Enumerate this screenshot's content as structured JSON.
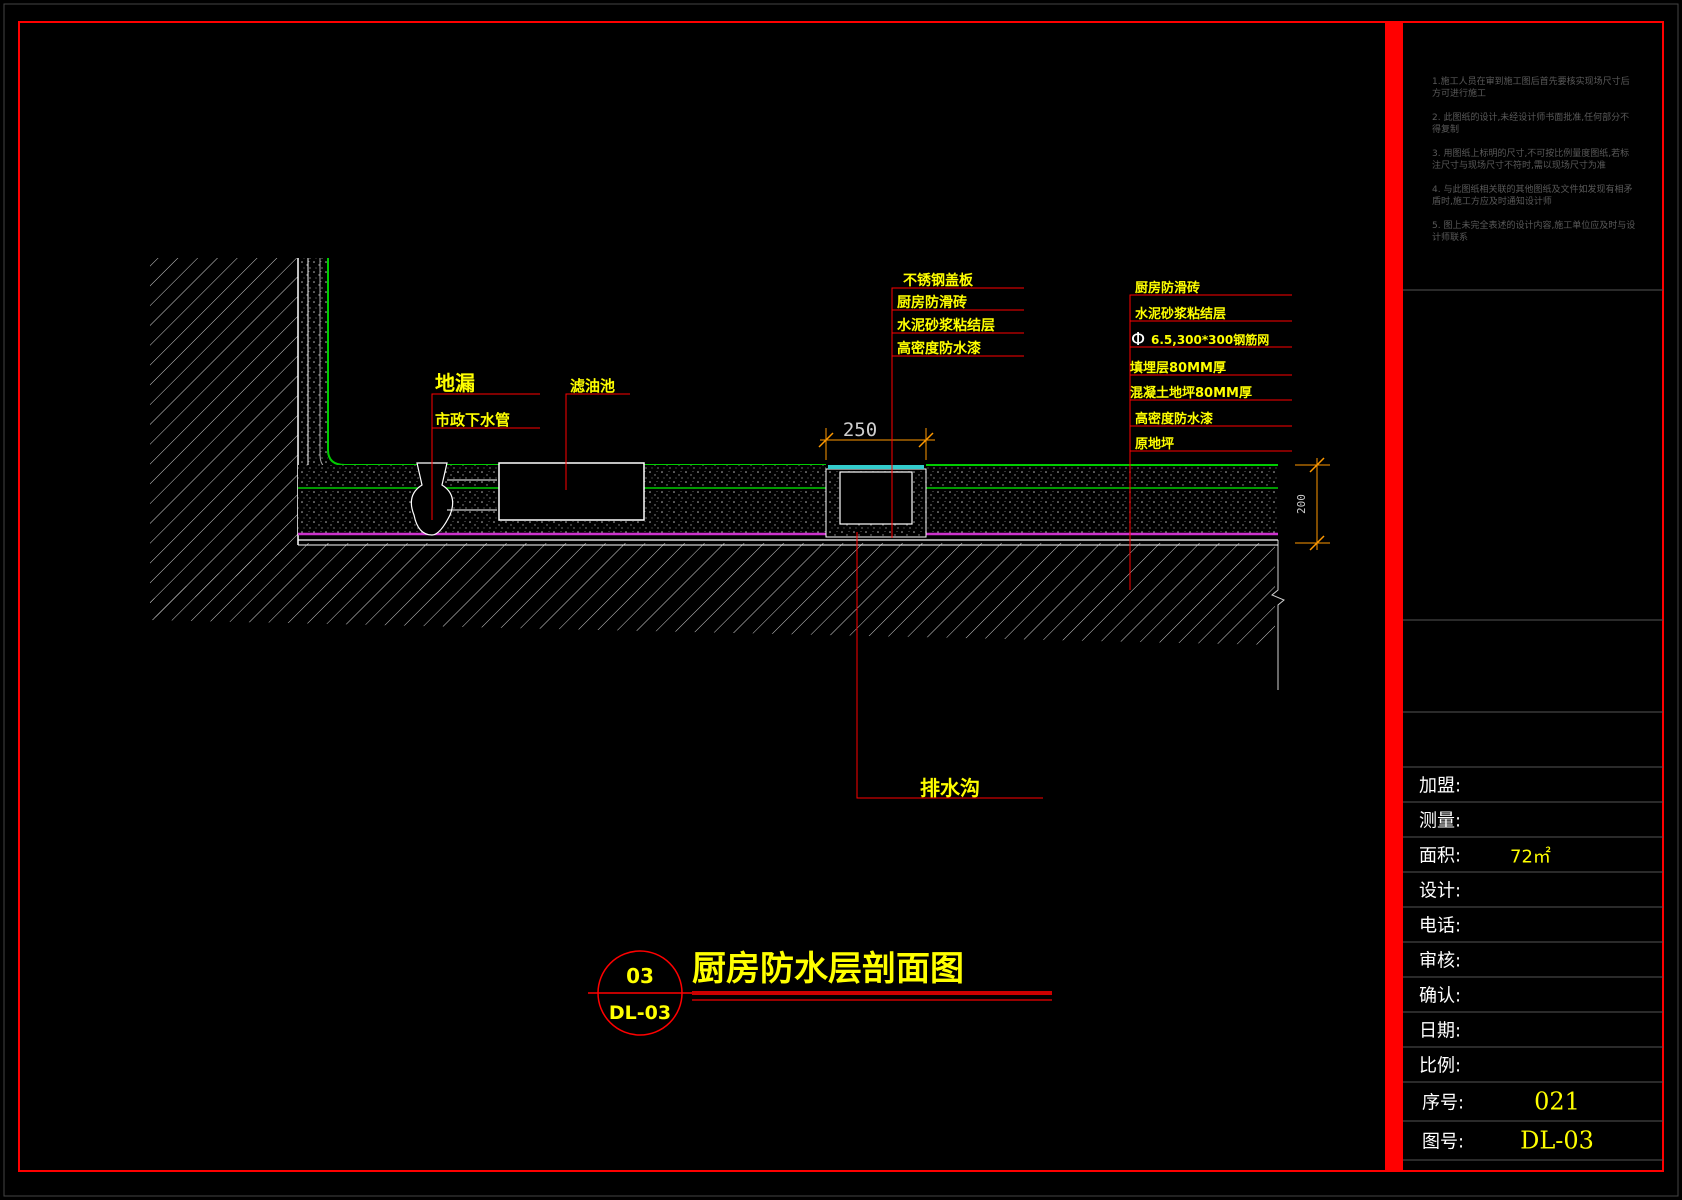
{
  "drawing": {
    "title": "厨房防水层剖面图",
    "detail_number": "03",
    "sheet_ref": "DL-03",
    "dimension_width": "250",
    "dimension_height": "200"
  },
  "labels": {
    "floor_drain": "地漏",
    "municipal_pipe": "市政下水管",
    "grease_trap": "滤油池",
    "stainless_cover": "不锈钢盖板",
    "kitchen_tile_a": "厨房防滑砖",
    "mortar_layer_a": "水泥砂浆粘结层",
    "waterproof_a": "高密度防水漆",
    "kitchen_tile_b": "厨房防滑砖",
    "mortar_layer_b": "水泥砂浆粘结层",
    "rebar_mesh": "6.5,300*300钢筋网",
    "fill_layer": "填埋层80MM厚",
    "concrete_layer": "混凝土地坪80MM厚",
    "waterproof_b": "高密度防水漆",
    "original_floor": "原地坪",
    "drain_trench": "排水沟"
  },
  "notes": [
    "1.施工人员在审到施工图后首先要核实现场尺寸后方可进行施工",
    "2. 此图纸的设计,未经设计师书面批准,任何部分不得复制",
    "3. 用图纸上标明的尺寸,不可按比例量度图纸,若标注尺寸与现场尺寸不符时,需以现场尺寸为准",
    "4. 与此图纸相关联的其他图纸及文件如发现有相矛盾时,施工方应及时通知设计师",
    "5. 图上未完全表述的设计内容,施工单位应及时与设计师联系"
  ],
  "title_block": {
    "rows": [
      {
        "label": "加盟:",
        "value": ""
      },
      {
        "label": "测量:",
        "value": ""
      },
      {
        "label": "面积:",
        "value": "72㎡"
      },
      {
        "label": "设计:",
        "value": ""
      },
      {
        "label": "电话:",
        "value": ""
      },
      {
        "label": "审核:",
        "value": ""
      },
      {
        "label": "确认:",
        "value": ""
      },
      {
        "label": "日期:",
        "value": ""
      },
      {
        "label": "比例:",
        "value": ""
      },
      {
        "label": "序号:",
        "value": "021"
      },
      {
        "label": "图号:",
        "value": "DL-03"
      }
    ]
  },
  "colors": {
    "frame": "#ff0000",
    "text_yellow": "#ffff00",
    "waterproof": "#00cc00",
    "membrane": "#cc33cc",
    "hatch": "#cfcfcf"
  }
}
